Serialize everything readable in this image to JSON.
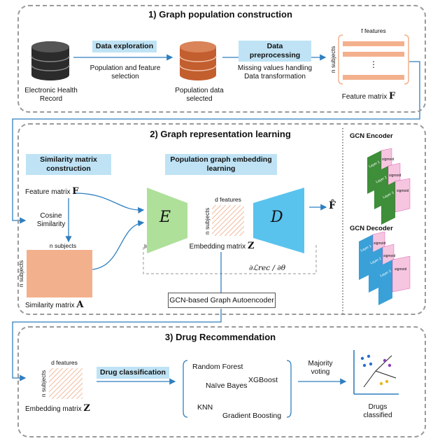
{
  "section1": {
    "title": "1) Graph population construction",
    "ehr_label": "Electronic Health Record",
    "data_exploration": "Data exploration",
    "exploration_desc": "Population and feature selection",
    "population_label": "Population data selected",
    "data_preprocessing": "Data preprocessing",
    "preprocessing_desc_1": "Missing values handling",
    "preprocessing_desc_2": "Data transformation",
    "f_features": "f features",
    "n_subjects": "n subjects",
    "dots": "⋮",
    "feature_matrix_label": "Feature matrix",
    "feature_matrix_symbol": "F"
  },
  "section2": {
    "title": "2) Graph representation learning",
    "similarity_construction": "Similarity matrix construction",
    "feature_matrix_label": "Feature matrix",
    "feature_matrix_symbol": "F",
    "cosine": "Cosine Similarity",
    "n_subjects_top": "n subjects",
    "n_subjects_side": "n subjects",
    "similarity_matrix_label": "Similarity matrix",
    "similarity_matrix_symbol": "A",
    "embedding_learning": "Population graph embedding learning",
    "encoder_symbol": "E",
    "decoder_symbol": "D",
    "d_features": "d features",
    "n_subjects_embed": "n subjects",
    "embedding_matrix_label": "Embedding matrix",
    "embedding_matrix_symbol": "Z",
    "output_symbol": "F̂",
    "loss": "∂ℒrec / ∂θ",
    "gae_label": "GCN-based Graph Autoencoder",
    "gcn_encoder": "GCN Encoder",
    "gcn_decoder": "GCN Decoder",
    "enc_layers": [
      "Layer 1",
      "Layer 2",
      "Layer 3"
    ],
    "dec_layers": [
      "Layer 1",
      "Layer 2",
      "Layer 3"
    ],
    "sigmoid": "sigmoid"
  },
  "section3": {
    "title": "3) Drug Recommendation",
    "d_features": "d features",
    "n_subjects": "n subjects",
    "embedding_matrix_label": "Embedding matrix",
    "embedding_matrix_symbol": "Z",
    "drug_classification": "Drug classification",
    "classifiers": {
      "rf": "Random Forest",
      "xgb": "XGBoost",
      "nb": "Naïve Bayes",
      "knn": "KNN",
      "gb": "Gradient Boosting"
    },
    "majority_voting": "Majority voting",
    "drugs_classified": "Drugs classified"
  },
  "colors": {
    "accent_blue": "#bfe3f5",
    "orange": "#f3b08c",
    "encoder_green": "#aee09a",
    "decoder_blue": "#59c3ee",
    "layer_green": "#3e8e3a",
    "layer_blue": "#3aa0d8",
    "sigmoid_pink": "#f6c6e0"
  }
}
